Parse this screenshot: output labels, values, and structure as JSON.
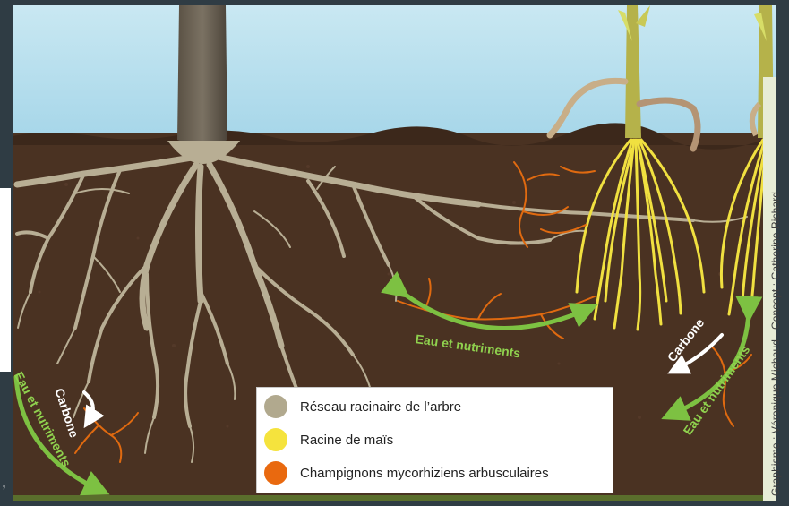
{
  "colors": {
    "sky_top": "#c9e8f2",
    "sky_bottom": "#a9d8ea",
    "soil": "#4a3222",
    "tree_roots": "#b8ae94",
    "maize_roots": "#f0e040",
    "fungi": "#e06a10",
    "arrow_green": "#7dc142",
    "arrow_white": "#ffffff"
  },
  "legend": {
    "items": [
      {
        "label": "Réseau racinaire de l’arbre",
        "swatch_color": "#b1a98e"
      },
      {
        "label": "Racine de maïs",
        "swatch_color": "#f5e33d"
      },
      {
        "label": "Champignons mycorhiziens arbusculaires",
        "swatch_color": "#e9690f"
      }
    ]
  },
  "arrows": {
    "middle_label": "Eau et nutriments",
    "left_green_label": "Eau et nutriments",
    "left_white_label": "Carbone",
    "right_white_label": "Carbone",
    "right_green_label": "Eau et nutriments"
  },
  "credit": "Graphisme : Véronique Michaud - Concept : Catherine Richard"
}
